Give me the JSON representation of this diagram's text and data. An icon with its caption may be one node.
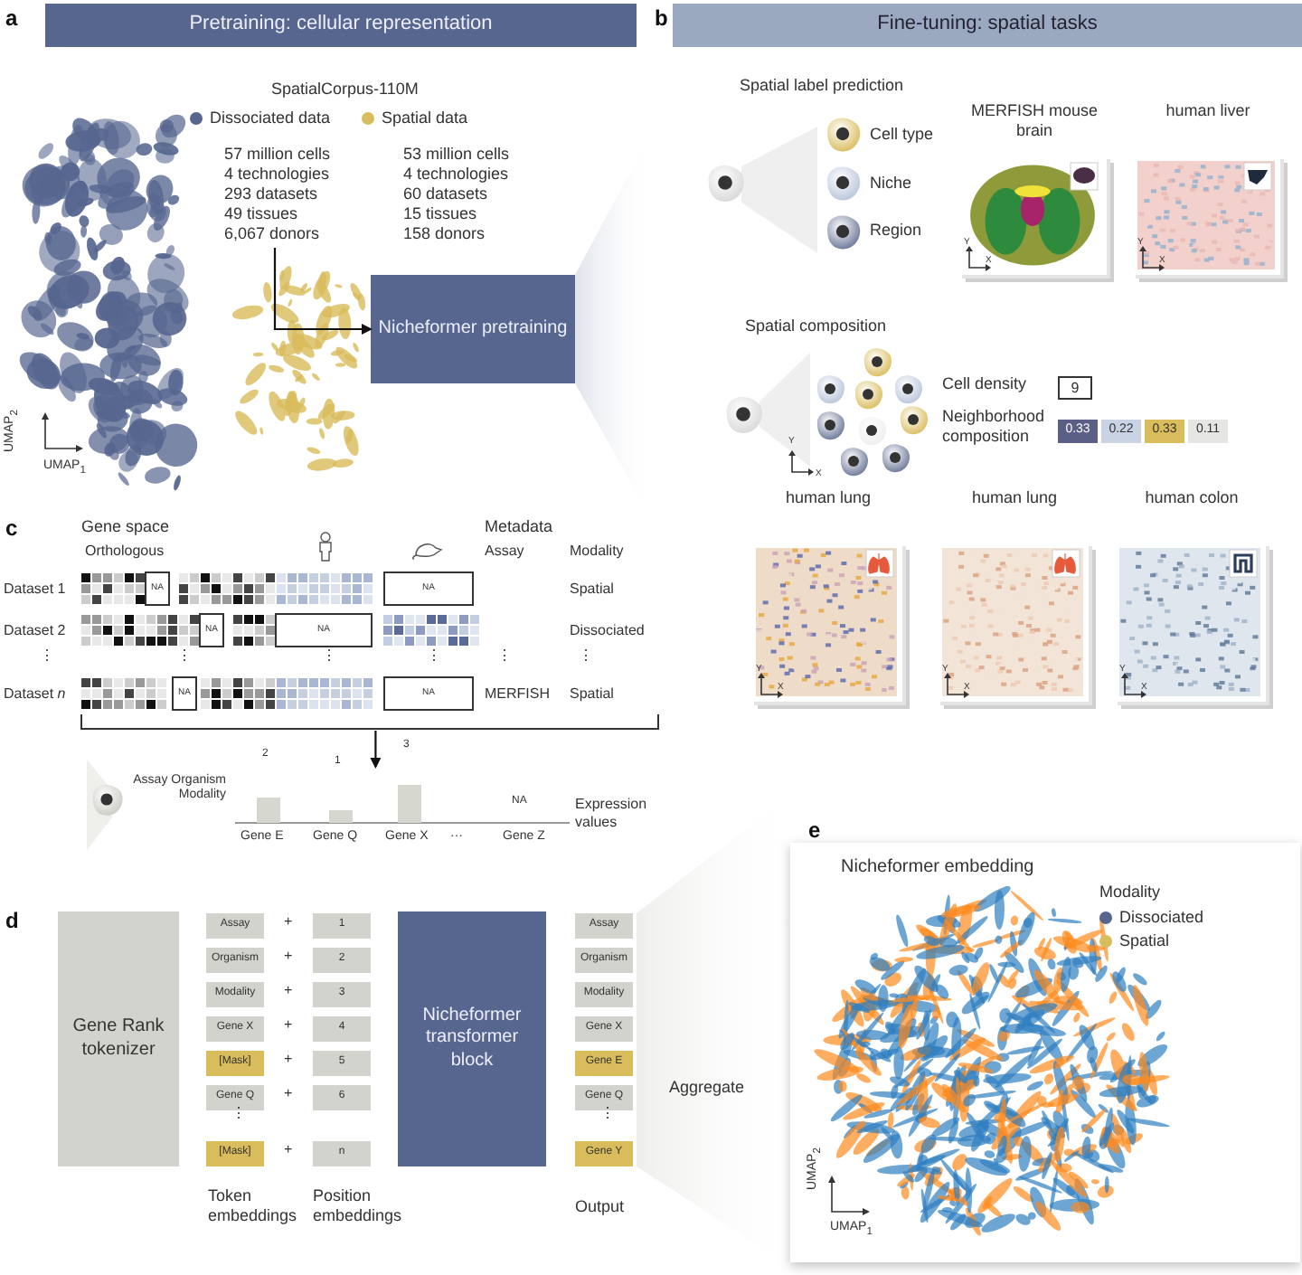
{
  "diagram": {
    "nodes": [
      {
        "text": [
          "Pretraining: cellular representation"
        ]
      },
      {
        "text": [
          "Fine-tuning: spatial tasks"
        ]
      },
      {
        "text": [],
        "shape": "picture"
      },
      {
        "text": [
          "Nicheformer pretraining"
        ]
      },
      {
        "text": [
          "MERFISH mouse brain"
        ]
      },
      {
        "text": [
          "human liver"
        ]
      },
      {
        "text": [
          "9"
        ]
      },
      {
        "text": [
          "0.33"
        ]
      },
      {
        "text": [
          "0.22"
        ]
      },
      {
        "text": [
          "0.33"
        ]
      },
      {
        "text": [
          "0.11"
        ]
      },
      {
        "text": [
          "human lung"
        ]
      },
      {
        "text": [
          "human lung"
        ]
      },
      {
        "text": [
          "human colon"
        ]
      },
      {
        "text": [
          "NA"
        ]
      },
      {
        "text": [
          "NA"
        ]
      },
      {
        "text": [
          "NA"
        ]
      },
      {
        "text": [
          "NA"
        ]
      },
      {
        "text": [
          "NA"
        ]
      },
      {
        "text": [
          "NA"
        ]
      },
      {
        "text": [],
        "shape": "bar"
      },
      {
        "text": [
          "Gene Rank tokenizer"
        ]
      },
      {
        "text": [
          "Assay"
        ]
      },
      {
        "text": [
          "Organism"
        ]
      },
      {
        "text": [
          "Modality"
        ]
      },
      {
        "text": [
          "Gene X"
        ]
      },
      {
        "text": [
          "[Mask]"
        ]
      },
      {
        "text": [
          "Gene Q"
        ]
      },
      {
        "text": [
          "[Mask]"
        ]
      },
      {
        "text": [
          "1"
        ]
      },
      {
        "text": [
          "2"
        ]
      },
      {
        "text": [
          "3"
        ]
      },
      {
        "text": [
          "4"
        ]
      },
      {
        "text": [
          "5"
        ]
      },
      {
        "text": [
          "6"
        ]
      },
      {
        "text": [
          "n"
        ]
      },
      {
        "text": [
          "Nicheformer transformer block"
        ]
      },
      {
        "text": [
          "Assay"
        ]
      },
      {
        "text": [
          "Organism"
        ]
      },
      {
        "text": [
          "Modality"
        ]
      },
      {
        "text": [
          "Gene X"
        ]
      },
      {
        "text": [
          "Gene E"
        ]
      },
      {
        "text": [
          "Gene Q"
        ]
      },
      {
        "text": [
          "Gene Y"
        ]
      },
      {
        "text": [
          "Nicheformer embedding"
        ]
      },
      {
        "text": [],
        "shape": "bracket"
      },
      {
        "text": [],
        "shape": "trapezoid"
      },
      {
        "text": [],
        "shape": "trapezoid"
      }
    ],
    "edges": [
      {
        "from": 2,
        "to": 3,
        "arrow": "to"
      },
      {
        "from": 45,
        "to": 20,
        "arrow": "to"
      }
    ],
    "labels": [
      "a",
      "SpatialCorpus-110M",
      "57 million cells",
      "4 technologies",
      "293 datasets",
      "49 tissues",
      "6,067 donors",
      "53 million cells",
      "4 technologies",
      "60 datasets",
      "15 tissues",
      "158 donors",
      "UMAP$_{2}$",
      "UMAP$_{1}$",
      "b",
      "Spatial label prediction",
      "Cell type",
      "Niche",
      "Region",
      "Y",
      "X",
      "Y",
      "X",
      "Spatial composition",
      "Cell density",
      "Neighborhood composition",
      "Y",
      "X",
      "Y",
      "X",
      "Y",
      "X",
      "Y",
      "X",
      "c",
      "Gene space",
      "Metadata",
      "Orthologous",
      "Assay",
      "Modality",
      "Dataset 1",
      "Spatial",
      "Dataset 2",
      "Dissociated",
      "⋮",
      "⋮",
      "⋮",
      "⋮",
      "⋮",
      "⋮",
      "Dataset *n*",
      "MERFISH",
      "Spatial",
      "Assay Organism Modality",
      "2",
      "1",
      "3",
      "NA",
      "Expression values",
      "Gene E",
      "Gene Q",
      "Gene X",
      "···",
      "Gene Z",
      "e",
      "d",
      "Modality",
      "+",
      "+",
      "+",
      "+",
      "+",
      "+",
      "+",
      "⋮",
      "⋮",
      "Aggregate",
      "Token embeddings",
      "Position embeddings",
      "Output",
      "UMAP$_{2}$",
      "UMAP$_{1}$"
    ],
    "legend": [
      {
        "text": "Dissociated data",
        "color": "#56668f"
      },
      {
        "text": "Spatial data",
        "color": "#d9bc5b"
      },
      {
        "text": "Dissociated",
        "color": "#56668f"
      },
      {
        "text": "Spatial",
        "color": "#d9bc5b"
      }
    ]
  }
}
